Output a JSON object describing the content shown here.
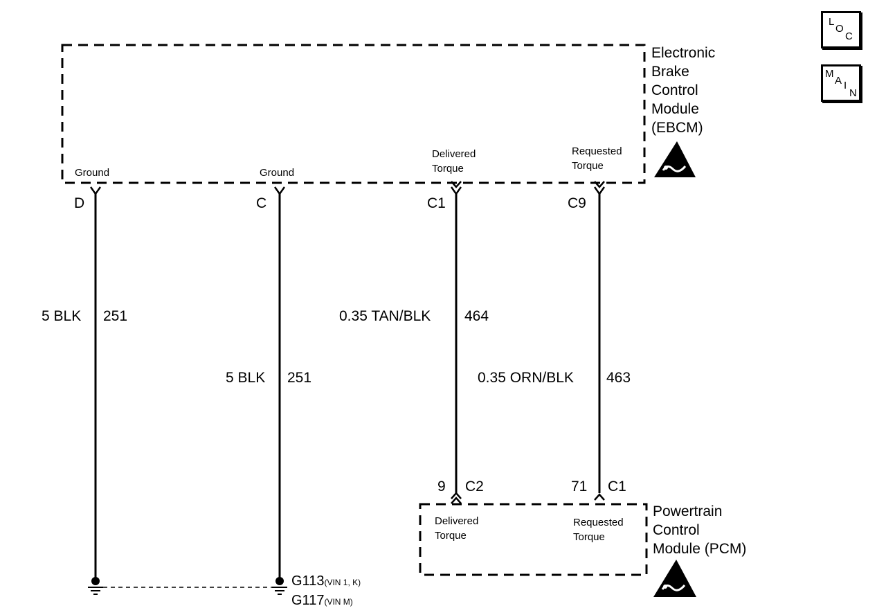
{
  "ebcm": {
    "title": "Electronic\nBrake\nControl\nModule\n(EBCM)",
    "pins": [
      {
        "function": "Ground",
        "terminal": "D"
      },
      {
        "function": "Ground",
        "terminal": "C"
      },
      {
        "function": "Delivered\nTorque",
        "terminal": "C1"
      },
      {
        "function": "Requested\nTorque",
        "terminal": "C9"
      }
    ]
  },
  "wires": [
    {
      "size_color": "5 BLK",
      "circuit": "251"
    },
    {
      "size_color": "5 BLK",
      "circuit": "251"
    },
    {
      "size_color": "0.35 TAN/BLK",
      "circuit": "464"
    },
    {
      "size_color": "0.35 ORN/BLK",
      "circuit": "463"
    }
  ],
  "pcm": {
    "title": "Powertrain\nControl\nModule (PCM)",
    "pins": [
      {
        "function": "Delivered\nTorque",
        "pin": "9",
        "connector": "C2"
      },
      {
        "function": "Requested\nTorque",
        "pin": "71",
        "connector": "C1"
      }
    ]
  },
  "grounds": [
    {
      "id": "G113",
      "note": "(VIN 1, K)"
    },
    {
      "id": "G117",
      "note": "(VIN M)"
    }
  ],
  "badges": {
    "loc": [
      "L",
      "O",
      "C"
    ],
    "main": [
      "M",
      "A",
      "I",
      "N"
    ]
  },
  "colors": {
    "ink": "#000000",
    "background": "#ffffff"
  }
}
